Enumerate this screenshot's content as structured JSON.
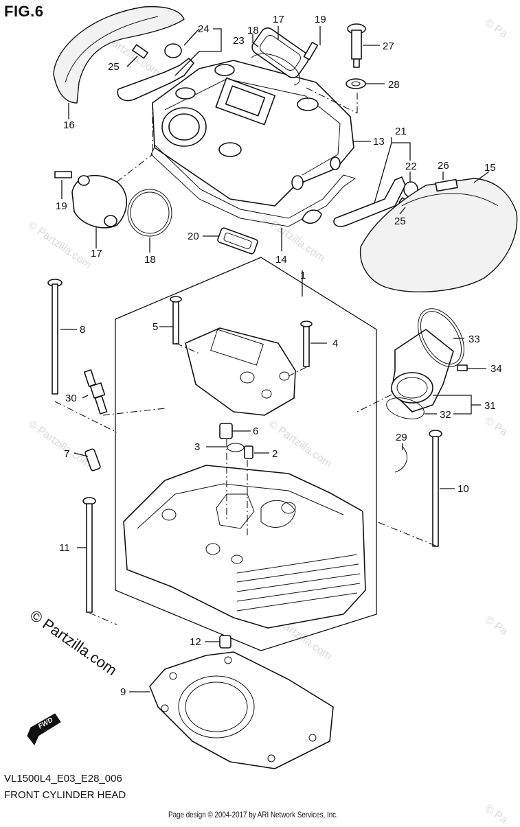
{
  "figure": {
    "label": "FIG.6",
    "code": "VL1500L4_E03_E28_006",
    "title": "FRONT CYLINDER HEAD",
    "credit": "Page design © 2004-2017 by ARI Network Services, Inc."
  },
  "watermark": {
    "text": "© Partzilla.com",
    "corner_text": "© Pa"
  },
  "direction_badge": "FWD",
  "callouts": {
    "c1": "1",
    "c2": "2",
    "c3": "3",
    "c4": "4",
    "c5": "5",
    "c6": "6",
    "c7": "7",
    "c8": "8",
    "c9": "9",
    "c10": "10",
    "c11": "11",
    "c12": "12",
    "c13": "13",
    "c14": "14",
    "c15": "15",
    "c16": "16",
    "c17a": "17",
    "c17b": "17",
    "c18a": "18",
    "c18b": "18",
    "c19a": "19",
    "c19b": "19",
    "c20": "20",
    "c21": "21",
    "c22": "22",
    "c23": "23",
    "c24": "24",
    "c25a": "25",
    "c25b": "25",
    "c26": "26",
    "c27": "27",
    "c28": "28",
    "c29": "29",
    "c30": "30",
    "c31": "31",
    "c32": "32",
    "c33": "33",
    "c34": "34"
  }
}
